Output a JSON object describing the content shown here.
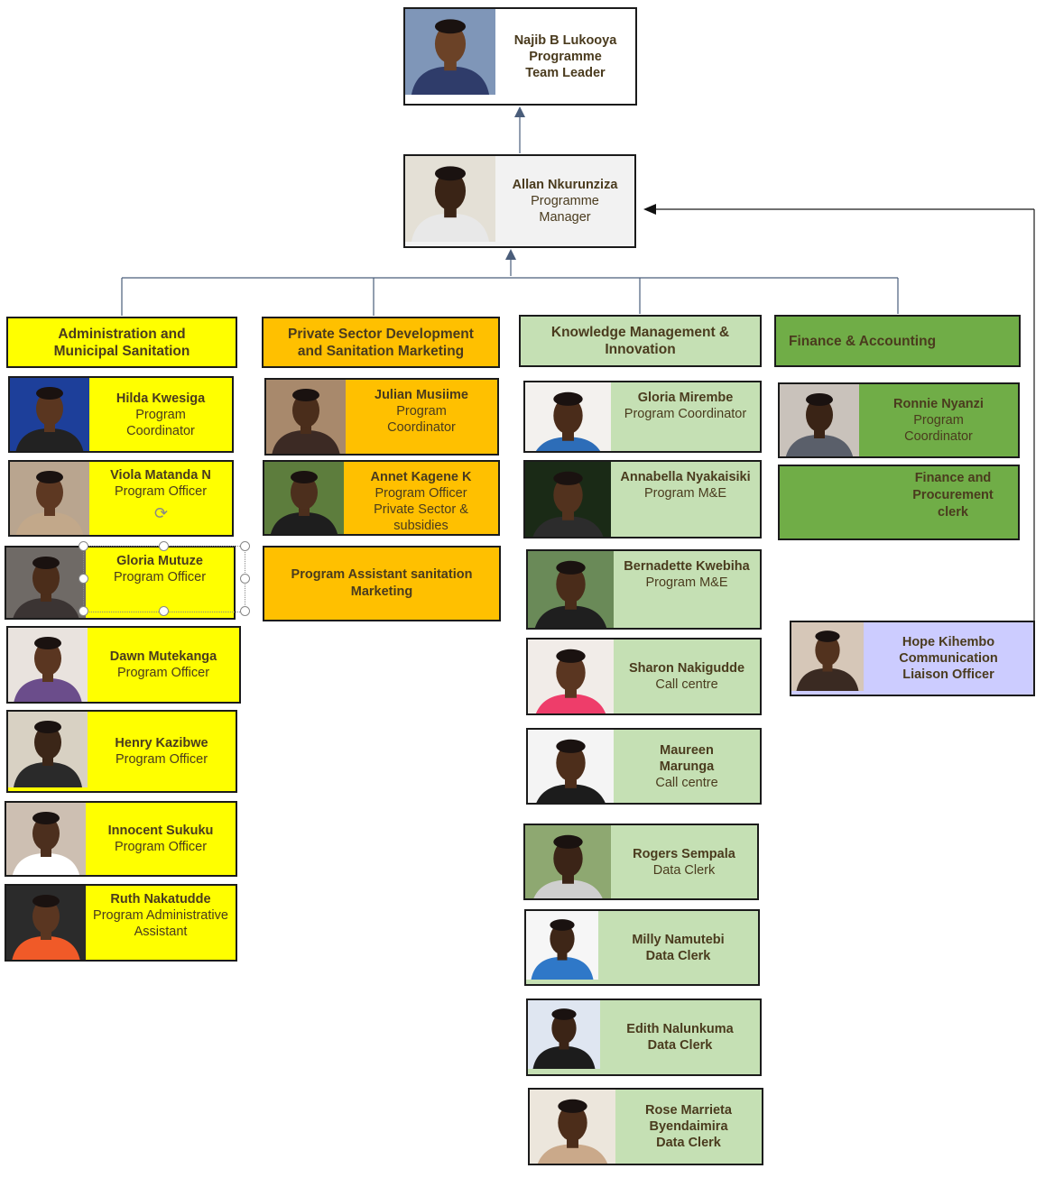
{
  "top": {
    "leader": {
      "name": "Najib B Lukooya",
      "l2": "Programme",
      "l3": "Team Leader",
      "photo_bg": "#7f96b8",
      "skin": "#6b4227",
      "shirt": "#2f3c6a"
    },
    "manager": {
      "name": "Allan Nkurunziza",
      "l2": "Programme",
      "l3": "Manager",
      "photo_bg": "#e4e0d6",
      "skin": "#3a2416",
      "shirt": "#e8e8e8"
    }
  },
  "columns": {
    "admin": {
      "header": "Administration and\nMunicipal Sanitation",
      "members": [
        {
          "name": "Hilda Kwesiga",
          "r1": "Program",
          "r2": "Coordinator",
          "bg": "#1d3f9a",
          "skin": "#5a3620",
          "shirt": "#222222"
        },
        {
          "name": "Viola Matanda N",
          "r1": "Program Officer",
          "r2": "",
          "bg": "#b9a58f",
          "skin": "#5d3822",
          "shirt": "#c2a88a"
        },
        {
          "name": "Gloria Mutuze",
          "r1": "Program Officer",
          "r2": "",
          "bg": "#6f6a66",
          "skin": "#4b2d1a",
          "shirt": "#3b3433"
        },
        {
          "name": "Dawn Mutekanga",
          "r1": "Program Officer",
          "r2": "",
          "bg": "#e9e3de",
          "skin": "#5a3621",
          "shirt": "#6b4d8b"
        },
        {
          "name": "Henry Kazibwe",
          "r1": "Program Officer",
          "r2": "",
          "bg": "#d8d1c3",
          "skin": "#3b2618",
          "shirt": "#2a2a2a"
        },
        {
          "name": "Innocent Sukuku",
          "r1": "Program Officer",
          "r2": "",
          "bg": "#cdbfb2",
          "skin": "#4c2f1e",
          "shirt": "#ffffff"
        },
        {
          "name": "Ruth Nakatudde",
          "r1": "Program Administrative",
          "r2": "Assistant",
          "bg": "#2b2b2b",
          "skin": "#5a3621",
          "shirt": "#f05a28"
        }
      ]
    },
    "psd": {
      "header": "Private Sector Development\nand Sanitation Marketing",
      "members": [
        {
          "name": "Julian Musiime",
          "r1": "Program",
          "r2": "Coordinator",
          "r3": "",
          "bg": "#a8896c",
          "skin": "#4a2d1b",
          "shirt": "#3c2a24"
        },
        {
          "name": "Annet Kagene K",
          "r1": "Program Officer",
          "r2": "Private Sector &",
          "r3": "subsidies",
          "bg": "#5d7d3d",
          "skin": "#4c2f1d",
          "shirt": "#1e1e1e"
        }
      ],
      "assistant": "Program Assistant sanitation\nMarketing"
    },
    "km": {
      "header": "Knowledge Management &\nInnovation",
      "members": [
        {
          "name": "Gloria Mirembe",
          "n2": "",
          "r1": "Program Coordinator",
          "bold_role": false,
          "bg": "#f3f1ee",
          "skin": "#4a2c1a",
          "shirt": "#2d6db8"
        },
        {
          "name": "Annabella Nyakaisiki",
          "n2": "",
          "r1": "Program M&E",
          "bold_role": false,
          "bg": "#1a2a16",
          "skin": "#52321e",
          "shirt": "#2c2c2c"
        },
        {
          "name": "Bernadette Kwebiha",
          "n2": "",
          "r1": "Program M&E",
          "bold_role": false,
          "bg": "#6a8a58",
          "skin": "#4a2c1a",
          "shirt": "#1f1f1f"
        },
        {
          "name": "Sharon Nakigudde",
          "n2": "",
          "r1": "Call centre",
          "bold_role": false,
          "bg": "#f1ece8",
          "skin": "#5a3621",
          "shirt": "#ee3d6a"
        },
        {
          "name": "Maureen",
          "n2": "Marunga",
          "r1": "Call centre",
          "bold_role": false,
          "bg": "#f4f4f4",
          "skin": "#4d2e1b",
          "shirt": "#1c1c1c"
        },
        {
          "name": "Rogers Sempala",
          "n2": "",
          "r1": "Data Clerk",
          "bold_role": false,
          "bg": "#8ea871",
          "skin": "#3b2417",
          "shirt": "#cfcfcf"
        },
        {
          "name": "Milly Namutebi",
          "n2": "",
          "r1": "Data Clerk",
          "bold_role": true,
          "bg": "#f6f6f6",
          "skin": "#3e2617",
          "shirt": "#2f78c8"
        },
        {
          "name": "Edith Nalunkuma",
          "n2": "",
          "r1": "Data Clerk",
          "bold_role": true,
          "bg": "#dfe6f1",
          "skin": "#3b2416",
          "shirt": "#1c1c1c"
        },
        {
          "name": "Rose Marrieta",
          "n2": "Byendaimira",
          "r1": "Data Clerk",
          "bold_role": true,
          "bg": "#ece6dc",
          "skin": "#4c2d1a",
          "shirt": "#caa98a"
        }
      ]
    },
    "fin": {
      "header": "Finance & Accounting",
      "members": [
        {
          "name": "Ronnie Nyanzi",
          "r1": "Program",
          "r2": "Coordinator",
          "bg": "#c9c2bb",
          "skin": "#3a2416",
          "shirt": "#5a5f6a"
        }
      ],
      "clerk": "Finance and\nProcurement\nclerk"
    }
  },
  "comms": {
    "name": "Hope Kihembo",
    "r1": "Communication",
    "r2": "Liaison Officer",
    "bg": "#d6c7b8",
    "skin": "#52321e",
    "shirt": "#3a2a22"
  }
}
